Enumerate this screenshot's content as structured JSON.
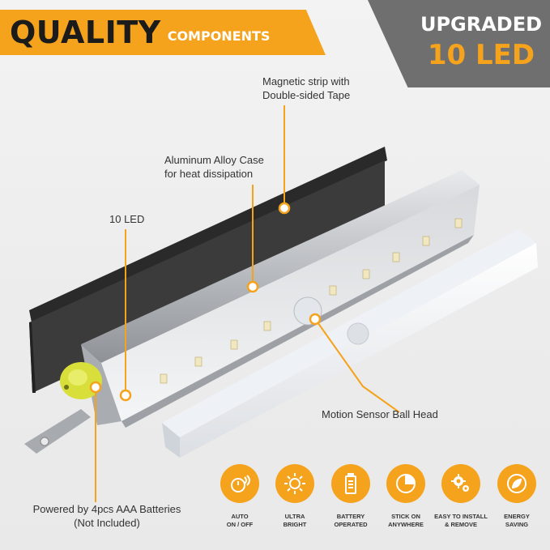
{
  "banner": {
    "title": "QUALITY",
    "subtitle": "COMPONENTS"
  },
  "badge": {
    "title": "UPGRADED",
    "subtitle": "10 LED"
  },
  "callouts": {
    "magnetic": "Magnetic strip with\nDouble-sided Tape",
    "aluminum": "Aluminum Alloy Case\nfor heat dissipation",
    "led": "10 LED",
    "motion": "Motion Sensor Ball Head",
    "batteries": "Powered by 4pcs AAA Batteries\n(Not Included)"
  },
  "features": [
    {
      "label": "AUTO\nON / OFF",
      "icon": "motion-sensor-icon"
    },
    {
      "label": "ULTRA\nBRIGHT",
      "icon": "sun-icon"
    },
    {
      "label": "BATTERY\nOPERATED",
      "icon": "battery-icon"
    },
    {
      "label": "STICK ON\nANYWHERE",
      "icon": "stick-on-icon"
    },
    {
      "label": "EASY TO INSTALL\n& REMOVE",
      "icon": "gears-icon"
    },
    {
      "label": "ENERGY\nSAVING",
      "icon": "energy-saving-icon"
    }
  ],
  "colors": {
    "accent": "#f5a21c",
    "dark_banner": "#6f6f6f",
    "text": "#333333"
  }
}
